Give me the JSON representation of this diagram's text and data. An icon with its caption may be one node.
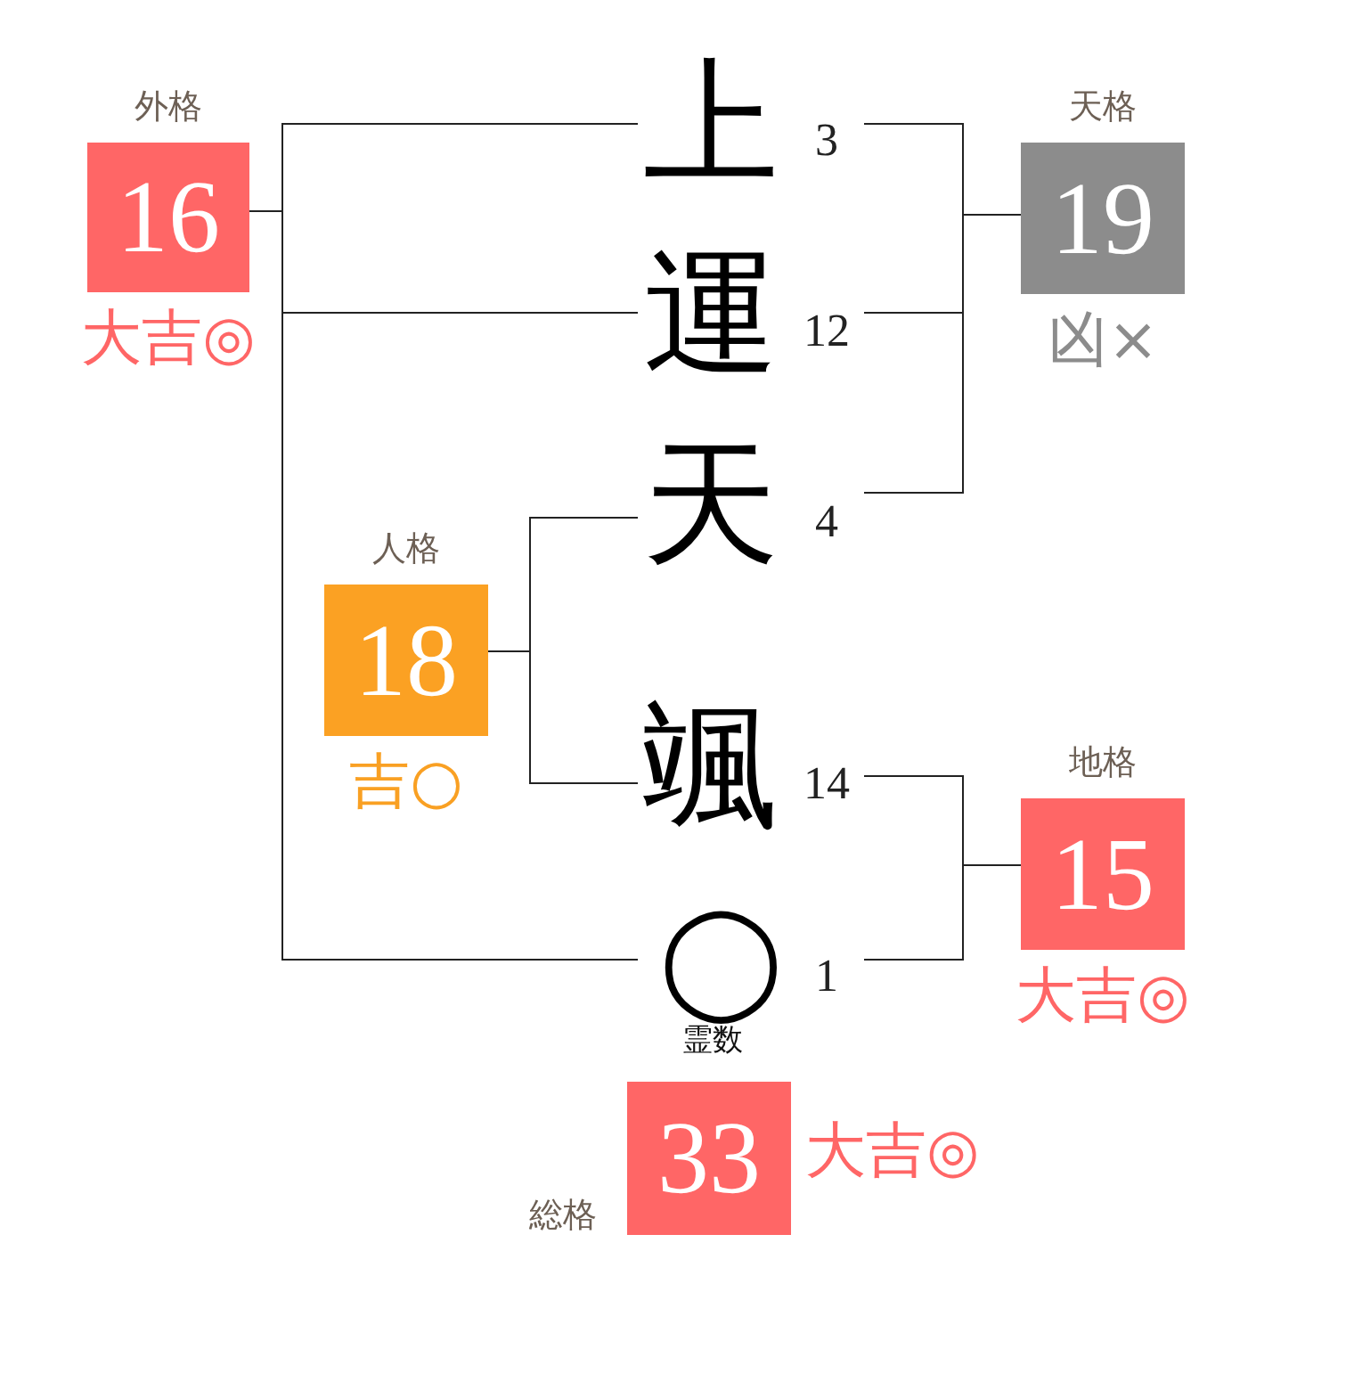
{
  "diagram": {
    "nodes": [
      {
        "text": [
          "外格",
          "16"
        ],
        "beside": [
          "大吉◎"
        ]
      },
      {
        "text": [
          "上"
        ],
        "beside": [
          "3"
        ]
      },
      {
        "text": [
          "天格",
          "19"
        ],
        "beside": [
          "凶×"
        ]
      },
      {
        "text": [
          "運"
        ],
        "beside": [
          "12"
        ]
      },
      {
        "text": [
          "天"
        ],
        "beside": [
          "4"
        ]
      },
      {
        "text": [
          "人格",
          "18"
        ],
        "beside": [
          "吉○"
        ]
      },
      {
        "text": [
          "颯"
        ],
        "beside": [
          "14"
        ]
      },
      {
        "text": [
          "地格",
          "15"
        ],
        "beside": [
          "大吉◎"
        ]
      },
      {
        "text": [
          "◯"
        ],
        "beside": [
          "1",
          "霊数"
        ]
      },
      {
        "text": [
          "総格",
          "33"
        ],
        "beside": [
          "大吉◎"
        ]
      }
    ],
    "edges": [
      {
        "from": 1,
        "to": 0,
        "arrow": "none"
      },
      {
        "from": 3,
        "to": 0,
        "arrow": "none"
      },
      {
        "from": 8,
        "to": 0,
        "arrow": "none"
      },
      {
        "from": 1,
        "to": 2,
        "arrow": "none"
      },
      {
        "from": 3,
        "to": 2,
        "arrow": "none"
      },
      {
        "from": 4,
        "to": 2,
        "arrow": "none"
      },
      {
        "from": 4,
        "to": 5,
        "arrow": "none"
      },
      {
        "from": 6,
        "to": 5,
        "arrow": "none"
      },
      {
        "from": 6,
        "to": 7,
        "arrow": "none"
      },
      {
        "from": 8,
        "to": 7,
        "arrow": "none"
      }
    ]
  }
}
